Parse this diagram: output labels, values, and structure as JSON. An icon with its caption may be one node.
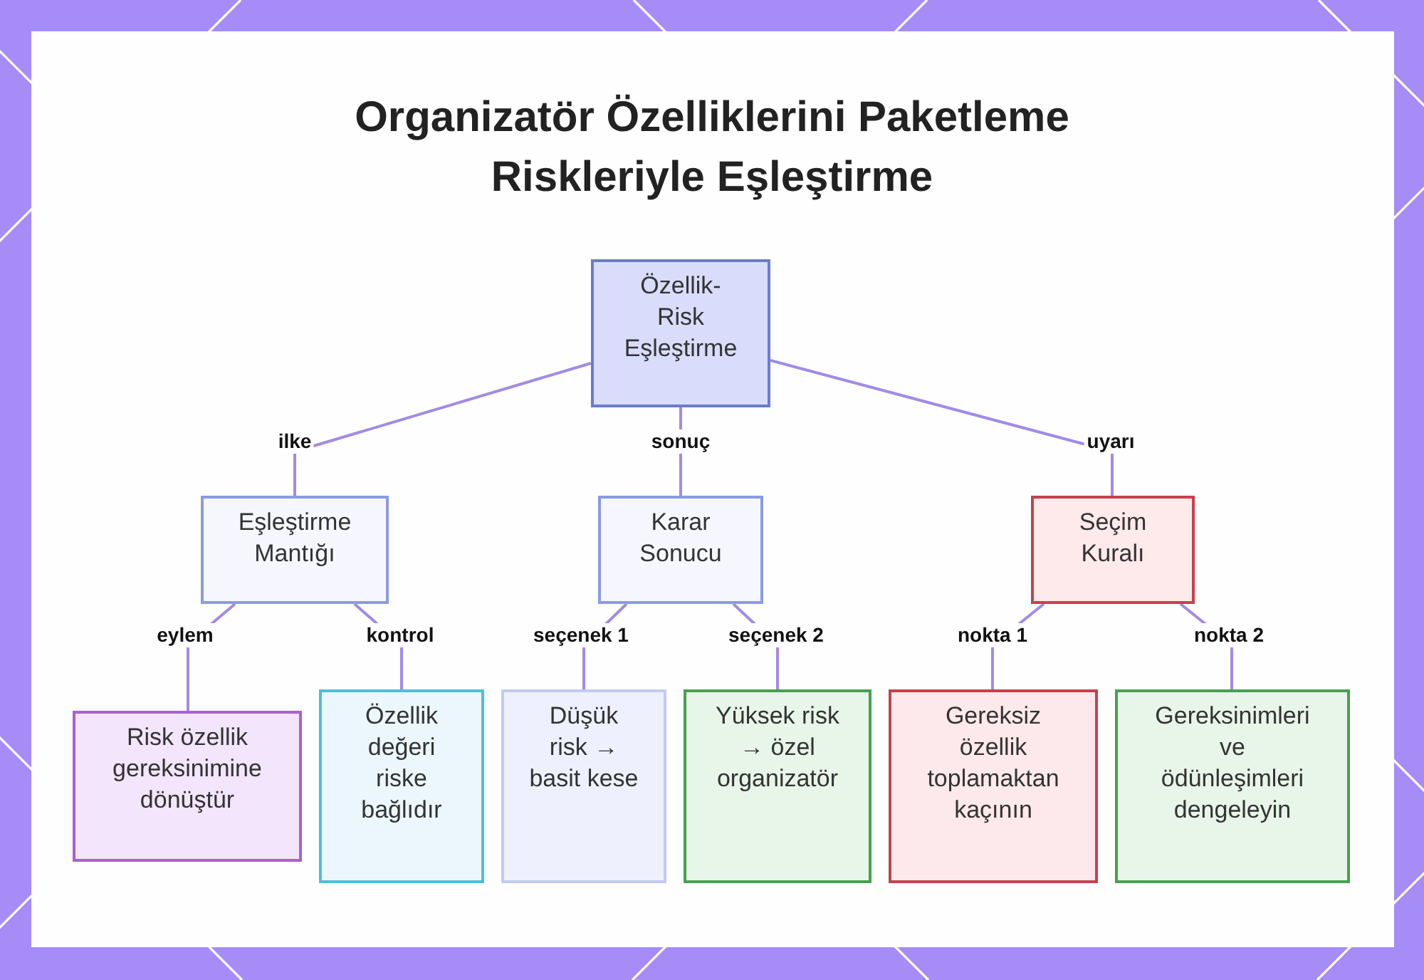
{
  "diagram": {
    "title": "Organizatör Özelliklerini Paketleme Riskleriyle Eşleştirme",
    "nodes": [
      {
        "text": [
          "Özellik-Risk Eşleştirme"
        ]
      },
      {
        "text": [
          "Eşleştirme Mantığı"
        ]
      },
      {
        "text": [
          "Karar Sonucu"
        ]
      },
      {
        "text": [
          "Seçim Kuralı"
        ]
      },
      {
        "text": [
          "Risk özellik gereksinimine dönüştür"
        ]
      },
      {
        "text": [
          "Özellik değeri riske bağlıdır"
        ]
      },
      {
        "text": [
          "Düşük risk → basit kese"
        ]
      },
      {
        "text": [
          "Yüksek risk → özel organizatör"
        ]
      },
      {
        "text": [
          "Gereksiz özellik toplamaktan kaçının"
        ]
      },
      {
        "text": [
          "Gereksinimleri ve ödünleşimleri dengeleyin"
        ]
      }
    ],
    "edges": [
      {
        "from": 0,
        "to": 1,
        "arrow": "none",
        "label": "ilke"
      },
      {
        "from": 0,
        "to": 2,
        "arrow": "none",
        "label": "sonuç"
      },
      {
        "from": 0,
        "to": 3,
        "arrow": "none",
        "label": "uyarı"
      },
      {
        "from": 1,
        "to": 4,
        "arrow": "none",
        "label": "eylem"
      },
      {
        "from": 1,
        "to": 5,
        "arrow": "none",
        "label": "kontrol"
      },
      {
        "from": 2,
        "to": 6,
        "arrow": "none",
        "label": "seçenek 1"
      },
      {
        "from": 2,
        "to": 7,
        "arrow": "none",
        "label": "seçenek 2"
      },
      {
        "from": 3,
        "to": 8,
        "arrow": "none",
        "label": "nokta 1"
      },
      {
        "from": 3,
        "to": 9,
        "arrow": "none",
        "label": "nokta 2"
      }
    ]
  }
}
